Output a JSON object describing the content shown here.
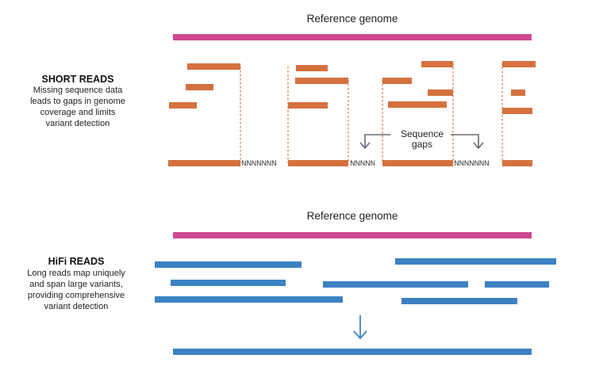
{
  "short_section": {
    "reference_title": "Reference genome",
    "title": "SHORT READS",
    "description_lines": [
      "Missing sequence data",
      "leads to gaps in genome",
      "coverage and limits",
      "variant detection"
    ],
    "gap_fill_1": "NNNNNNN",
    "gap_fill_2": "NNNNN",
    "gap_fill_3": "NNNNNNN",
    "gaps_label_line1": "Sequence",
    "gaps_label_line2": "gaps"
  },
  "hifi_section": {
    "reference_title": "Reference genome",
    "title": "HiFi READS",
    "description_lines": [
      "Long reads map uniquely",
      "and span large variants,",
      "providing comprehensive",
      "variant detection"
    ]
  },
  "colors": {
    "reference": "#d0488f",
    "short_read": "#d5713f",
    "hifi_read": "#3c82c3",
    "arrow_gray": "#666c75"
  }
}
